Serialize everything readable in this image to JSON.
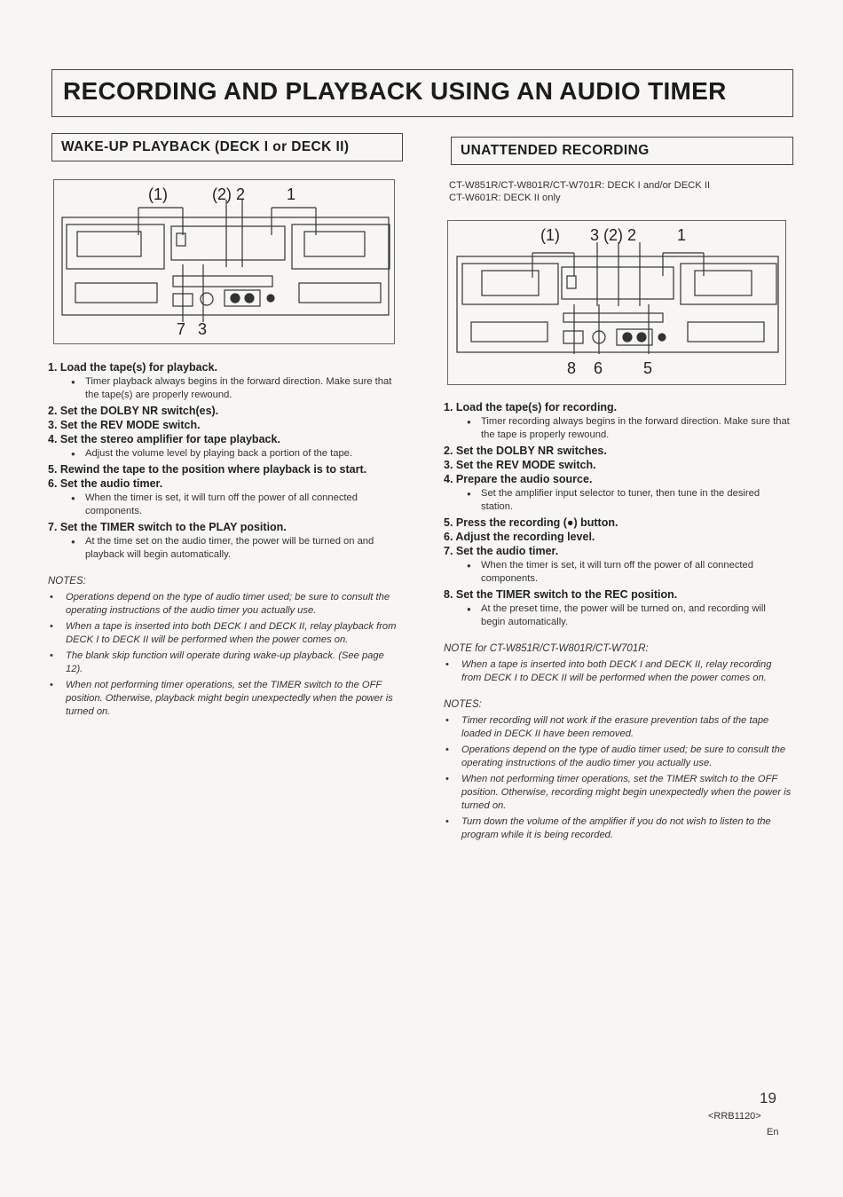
{
  "title": "RECORDING AND PLAYBACK USING AN AUDIO TIMER",
  "left": {
    "heading": "WAKE-UP PLAYBACK (DECK I or DECK II)",
    "figure_labels": {
      "top_1": "(1)",
      "top_2": "(2) 2",
      "top_3": "1",
      "bottom_1": "7",
      "bottom_2": "3"
    },
    "steps": [
      {
        "label": "1. Load the tape(s) for playback.",
        "subs": [
          "Timer playback always begins in the forward direction. Make sure that the tape(s) are properly rewound."
        ]
      },
      {
        "label": "2. Set the DOLBY NR switch(es).",
        "subs": []
      },
      {
        "label": "3. Set the REV MODE switch.",
        "subs": []
      },
      {
        "label": "4. Set the stereo amplifier for tape playback.",
        "subs": [
          "Adjust the volume level by playing back a portion of the tape."
        ]
      },
      {
        "label": "5. Rewind the tape to the position where playback is to start.",
        "subs": []
      },
      {
        "label": "6. Set the audio timer.",
        "subs": [
          "When the timer is set, it will turn off the power of all connected components."
        ]
      },
      {
        "label": "7. Set the TIMER switch to the PLAY position.",
        "subs": [
          "At the time set on the audio timer, the power will be turned on and playback will begin automatically."
        ]
      }
    ],
    "notes_heading": "NOTES:",
    "notes": [
      "Operations depend on the type of audio timer used; be sure to consult the operating instructions of the audio timer you actually use.",
      "When a tape is inserted into both DECK I and DECK II, relay playback from DECK I to DECK II will be performed when the power comes on.",
      "The blank skip function will operate during wake-up playback. (See page 12).",
      "When not performing timer operations, set the TIMER switch to the OFF position. Otherwise, playback might begin unexpectedly when the power is turned on."
    ]
  },
  "right": {
    "heading": "UNATTENDED RECORDING",
    "models_line1": "CT-W851R/CT-W801R/CT-W701R: DECK I and/or DECK II",
    "models_line2": "CT-W601R: DECK II only",
    "figure_labels": {
      "top_1": "(1)",
      "top_2": "3 (2) 2",
      "top_3": "1",
      "bottom_1": "8",
      "bottom_2": "6",
      "bottom_3": "5"
    },
    "steps": [
      {
        "label": "1. Load the tape(s) for recording.",
        "subs": [
          "Timer recording always begins in the forward direction. Make sure that the tape is properly rewound."
        ]
      },
      {
        "label": "2. Set the DOLBY NR switches.",
        "subs": []
      },
      {
        "label": "3. Set the REV MODE switch.",
        "subs": []
      },
      {
        "label": "4. Prepare the audio source.",
        "subs": [
          "Set the amplifier input selector to tuner, then tune in the desired station."
        ]
      },
      {
        "label": "5. Press the recording (●) button.",
        "subs": []
      },
      {
        "label": "6. Adjust the recording level.",
        "subs": []
      },
      {
        "label": "7. Set the audio timer.",
        "subs": [
          "When the timer is set, it will turn off the power of all connected components."
        ]
      },
      {
        "label": "8. Set the TIMER switch to the REC position.",
        "subs": [
          "At the preset time, the power will be turned on, and recording will begin automatically."
        ]
      }
    ],
    "model_note_heading": "NOTE for CT-W851R/CT-W801R/CT-W701R:",
    "model_notes": [
      "When a tape is inserted into both DECK I and DECK II, relay recording from DECK I to DECK II will be performed when the power comes on."
    ],
    "notes_heading": "NOTES:",
    "notes": [
      "Timer recording will not work if the erasure prevention tabs of the tape loaded in DECK II have been removed.",
      "Operations depend on the type of audio timer used; be sure to consult the operating instructions of the audio timer you actually use.",
      "When not performing timer operations, set the TIMER switch to the OFF position. Otherwise, recording might begin unexpectedly when the power is turned on.",
      "Turn down the volume of the amplifier if you do not wish to listen to the program while it is being recorded."
    ]
  },
  "footer": {
    "page": "19",
    "code": "<RRB1120>",
    "lang": "En"
  }
}
